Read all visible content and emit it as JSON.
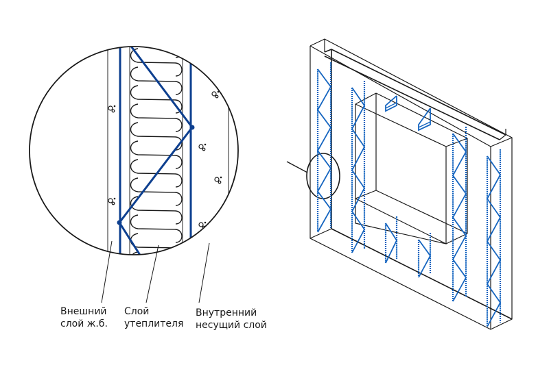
{
  "diagram": {
    "title": "Трехслойная стеновая панель с утеплителем",
    "callouts": [
      {
        "id": "outer",
        "lines": [
          "Внешний",
          "слой ж.б."
        ]
      },
      {
        "id": "insulation",
        "lines": [
          "Слой",
          "утеплителя"
        ]
      },
      {
        "id": "inner",
        "lines": [
          "Внутренний",
          "несущий слой"
        ]
      }
    ],
    "colors": {
      "outline": "#1a1a1a",
      "layer_line": "#777777",
      "rebar": "#0d3f8f",
      "truss": "#1565c0",
      "background": "#ffffff"
    },
    "symbols": {
      "aggregate": "concrete-aggregate-icon",
      "detail_marker": "detail-ellipse"
    }
  }
}
